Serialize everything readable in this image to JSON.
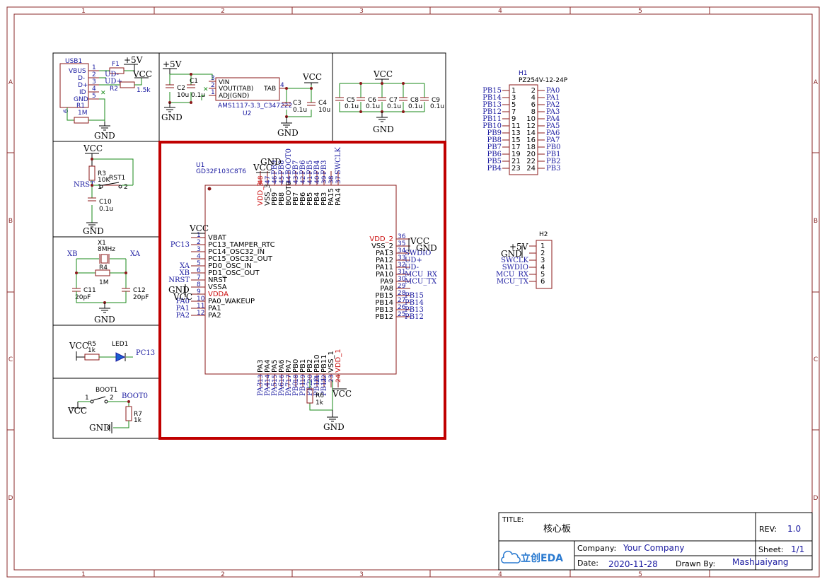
{
  "frame": {
    "cols": [
      "1",
      "2",
      "3",
      "4",
      "5"
    ],
    "rows": [
      "A",
      "B",
      "C",
      "D"
    ]
  },
  "usb": {
    "ref": "USB1",
    "pins": [
      "VBUS",
      "D-",
      "D+",
      "ID",
      "GND"
    ],
    "nums": [
      "1",
      "2",
      "3",
      "4",
      "5",
      "6"
    ],
    "f1": "F1",
    "r1": "R1",
    "r1v": "1M",
    "r2": "R2",
    "r2v": "1.5k",
    "udm": "UD-",
    "udp": "UD+"
  },
  "power": {
    "p5v": "+5V",
    "vcc": "VCC",
    "gnd": "GND"
  },
  "reg": {
    "ref": "U2",
    "part": "AMS1117-3.3_C347222",
    "vin": "VIN",
    "vout": "VOUT(TAB)",
    "adj": "ADJ(GND)",
    "tab": "TAB",
    "c1": "C1",
    "c1v": "0.1u",
    "c2": "C2",
    "c2v": "10u",
    "c3": "C3",
    "c3v": "0.1u",
    "c4": "C4",
    "c4v": "10u",
    "n3": "3",
    "n2": "2",
    "n1": "1",
    "n4": "4"
  },
  "decap": {
    "caps": [
      "C5",
      "C6",
      "C7",
      "C8",
      "C9"
    ],
    "val": "0.1u"
  },
  "reset": {
    "r3": "R3",
    "r3v": "10K",
    "sw": "RST1",
    "c10": "C10",
    "c10v": "0.1u",
    "nrst": "NRST",
    "n1": "1",
    "n2": "2"
  },
  "osc": {
    "x1": "X1",
    "x1v": "8MHz",
    "r4": "R4",
    "r4v": "1M",
    "c11": "C11",
    "c11v": "20pF",
    "c12": "C12",
    "c12v": "20pF",
    "xa": "XA",
    "xb": "XB"
  },
  "led": {
    "r5": "R5",
    "r5v": "1k",
    "led": "LED1",
    "net": "PC13"
  },
  "boot": {
    "sw": "BOOT1",
    "net": "BOOT0",
    "r7": "R7",
    "r7v": "1k",
    "n1": "1",
    "n2": "2"
  },
  "mcu": {
    "ref": "U1",
    "part": "GD32F103C8T6",
    "left": [
      {
        "n": "1",
        "name": "VBAT",
        "net": "VCC"
      },
      {
        "n": "2",
        "name": "PC13_TAMPER_RTC",
        "net": "PC13"
      },
      {
        "n": "3",
        "name": "PC14_OSC32_IN",
        "net": ""
      },
      {
        "n": "4",
        "name": "PC15_OSC32_OUT",
        "net": ""
      },
      {
        "n": "5",
        "name": "PD0_OSC_IN",
        "net": "XA"
      },
      {
        "n": "6",
        "name": "PD1_OSC_OUT",
        "net": "XB"
      },
      {
        "n": "7",
        "name": "NRST",
        "net": "NRST"
      },
      {
        "n": "8",
        "name": "VSSA",
        "net": "GND"
      },
      {
        "n": "9",
        "name": "VDDA",
        "net": "VCC"
      },
      {
        "n": "10",
        "name": "PA0_WAKEUP",
        "net": "PA0"
      },
      {
        "n": "11",
        "name": "PA1",
        "net": "PA1"
      },
      {
        "n": "12",
        "name": "PA2",
        "net": "PA2"
      }
    ],
    "right": [
      {
        "n": "36",
        "name": "VDD_2",
        "net": "VCC"
      },
      {
        "n": "35",
        "name": "VSS_2",
        "net": "GND"
      },
      {
        "n": "34",
        "name": "PA13",
        "net": "SWDIO"
      },
      {
        "n": "33",
        "name": "PA12",
        "net": "UD+"
      },
      {
        "n": "32",
        "name": "PA11",
        "net": "UD-"
      },
      {
        "n": "31",
        "name": "PA10",
        "net": "MCU_RX"
      },
      {
        "n": "30",
        "name": "PA9",
        "net": "MCU_TX"
      },
      {
        "n": "29",
        "name": "PA8",
        "net": ""
      },
      {
        "n": "28",
        "name": "PB15",
        "net": "PB15"
      },
      {
        "n": "27",
        "name": "PB14",
        "net": "PB14"
      },
      {
        "n": "26",
        "name": "PB13",
        "net": "PB13"
      },
      {
        "n": "25",
        "name": "PB12",
        "net": "PB12"
      }
    ],
    "top": [
      {
        "n": "48",
        "name": "VDD_3",
        "net": "VCC"
      },
      {
        "n": "47",
        "name": "VSS_3",
        "net": "GND"
      },
      {
        "n": "46",
        "name": "PB9",
        "net": "PB9"
      },
      {
        "n": "45",
        "name": "PB8",
        "net": "PB8"
      },
      {
        "n": "44",
        "name": "BOOT0",
        "net": "BOOT0"
      },
      {
        "n": "43",
        "name": "PB7",
        "net": "PB7"
      },
      {
        "n": "42",
        "name": "PB6",
        "net": "PB6"
      },
      {
        "n": "41",
        "name": "PB5",
        "net": "PB5"
      },
      {
        "n": "40",
        "name": "PB4",
        "net": "PB4"
      },
      {
        "n": "39",
        "name": "PB3",
        "net": "PB3"
      },
      {
        "n": "38",
        "name": "PA15",
        "net": ""
      },
      {
        "n": "37",
        "name": "PA14",
        "net": "SWCLK"
      }
    ],
    "bottom": [
      {
        "n": "13",
        "name": "PA3",
        "net": "PA3"
      },
      {
        "n": "14",
        "name": "PA4",
        "net": "PA4"
      },
      {
        "n": "15",
        "name": "PA5",
        "net": "PA5"
      },
      {
        "n": "16",
        "name": "PA6",
        "net": "PA6"
      },
      {
        "n": "17",
        "name": "PA7",
        "net": "PA7"
      },
      {
        "n": "18",
        "name": "PB0",
        "net": "PB0"
      },
      {
        "n": "19",
        "name": "PB1",
        "net": "PB1"
      },
      {
        "n": "20",
        "name": "PB2",
        "net": "PB2"
      },
      {
        "n": "21",
        "name": "PB10",
        "net": "PB10"
      },
      {
        "n": "22",
        "name": "PB11",
        "net": "PB11"
      },
      {
        "n": "23",
        "name": "VSS_1",
        "net": "GND"
      },
      {
        "n": "24",
        "name": "VDD_1",
        "net": "VCC"
      }
    ],
    "r6": "R6",
    "r6v": "1k"
  },
  "h1": {
    "ref": "H1",
    "part": "PZ254V-12-24P",
    "rows": [
      {
        "l": "PB15",
        "a": "1",
        "b": "2",
        "r": "PA0"
      },
      {
        "l": "PB14",
        "a": "3",
        "b": "4",
        "r": "PA1"
      },
      {
        "l": "PB13",
        "a": "5",
        "b": "6",
        "r": "PA2"
      },
      {
        "l": "PB12",
        "a": "7",
        "b": "8",
        "r": "PA3"
      },
      {
        "l": "PB11",
        "a": "9",
        "b": "10",
        "r": "PA4"
      },
      {
        "l": "PB10",
        "a": "11",
        "b": "12",
        "r": "PA5"
      },
      {
        "l": "PB9",
        "a": "13",
        "b": "14",
        "r": "PA6"
      },
      {
        "l": "PB8",
        "a": "15",
        "b": "16",
        "r": "PA7"
      },
      {
        "l": "PB7",
        "a": "17",
        "b": "18",
        "r": "PB0"
      },
      {
        "l": "PB6",
        "a": "19",
        "b": "20",
        "r": "PB1"
      },
      {
        "l": "PB5",
        "a": "21",
        "b": "22",
        "r": "PB2"
      },
      {
        "l": "PB4",
        "a": "23",
        "b": "24",
        "r": "PB3"
      }
    ]
  },
  "h2": {
    "ref": "H2",
    "rows": [
      {
        "n": "1",
        "net": "+5V"
      },
      {
        "n": "2",
        "net": "GND"
      },
      {
        "n": "3",
        "net": "SWCLK"
      },
      {
        "n": "4",
        "net": "SWDIO"
      },
      {
        "n": "5",
        "net": "MCU_RX"
      },
      {
        "n": "6",
        "net": "MCU_TX"
      }
    ]
  },
  "titleblock": {
    "title_label": "TITLE:",
    "title": "核心板",
    "rev_label": "REV:",
    "rev": "1.0",
    "company_label": "Company:",
    "company": "Your Company",
    "sheet_label": "Sheet:",
    "sheet": "1/1",
    "date_label": "Date:",
    "date": "2020-11-28",
    "drawn_label": "Drawn By:",
    "drawn": "Mashuaiyang",
    "logo": "立创EDA"
  }
}
